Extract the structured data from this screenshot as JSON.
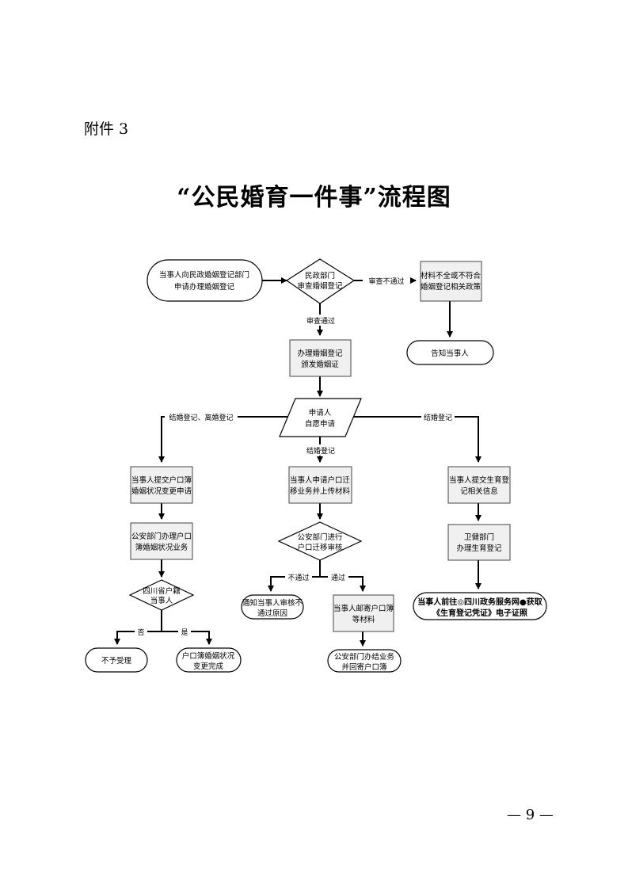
{
  "header": {
    "annex": "附件 3",
    "title": "“公民婚育一件事”流程图"
  },
  "footer": {
    "page_number": "— 9 —"
  },
  "nodes": {
    "apply": {
      "line1": "当事人向民政婚姻登记部门",
      "line2": "申请办理婚姻登记"
    },
    "review": {
      "line1": "民政部门",
      "line2": "审查婚姻登记"
    },
    "incomplete": {
      "line1": "材料不全或不符合",
      "line2": "婚姻登记相关政策"
    },
    "notify": {
      "line1": "告知当事人"
    },
    "register": {
      "line1": "办理婚姻登记",
      "line2": "颁发婚姻证"
    },
    "voluntary": {
      "line1": "申请人",
      "line2": "自愿申请"
    },
    "left_submit": {
      "line1": "当事人提交户口簿",
      "line2": "婚姻状况变更申请"
    },
    "left_police": {
      "line1": "公安部门办理户口",
      "line2": "簿婚姻状况业务"
    },
    "sichuan": {
      "line1": "四川省户籍",
      "line2": "当事人"
    },
    "reject": {
      "line1": "不予受理"
    },
    "done": {
      "line1": "户口簿婚姻状况",
      "line2": "变更完成"
    },
    "mid_apply": {
      "line1": "当事人申请户口迁",
      "line2": "移业务并上传材料"
    },
    "mid_review": {
      "line1": "公安部门进行",
      "line2": "户口迁移审核"
    },
    "fail_notice": {
      "line1": "通知当事人审核不",
      "line2": "通过原因"
    },
    "mail": {
      "line1": "当事人邮寄户口簿",
      "line2": "等材料"
    },
    "return": {
      "line1": "公安部门办结业务",
      "line2": "并回寄户口簿"
    },
    "right_submit": {
      "line1": "当事人提交生育登",
      "line2": "记相关信息"
    },
    "health": {
      "line1": "卫健部门",
      "line2": "办理生育登记"
    },
    "cert": {
      "line1": "当事人前往◎四川政务服务网●获取",
      "line2": "《生育登记凭证》电子证照"
    }
  },
  "edges": {
    "fail": "审查不通过",
    "pass": "审查通过",
    "left_branch": "结婚登记、离婚登记",
    "mid_branch": "结婚登记",
    "right_branch": "结婚登记",
    "not_pass": "不通过",
    "passed": "通过",
    "no": "否",
    "yes": "是"
  }
}
